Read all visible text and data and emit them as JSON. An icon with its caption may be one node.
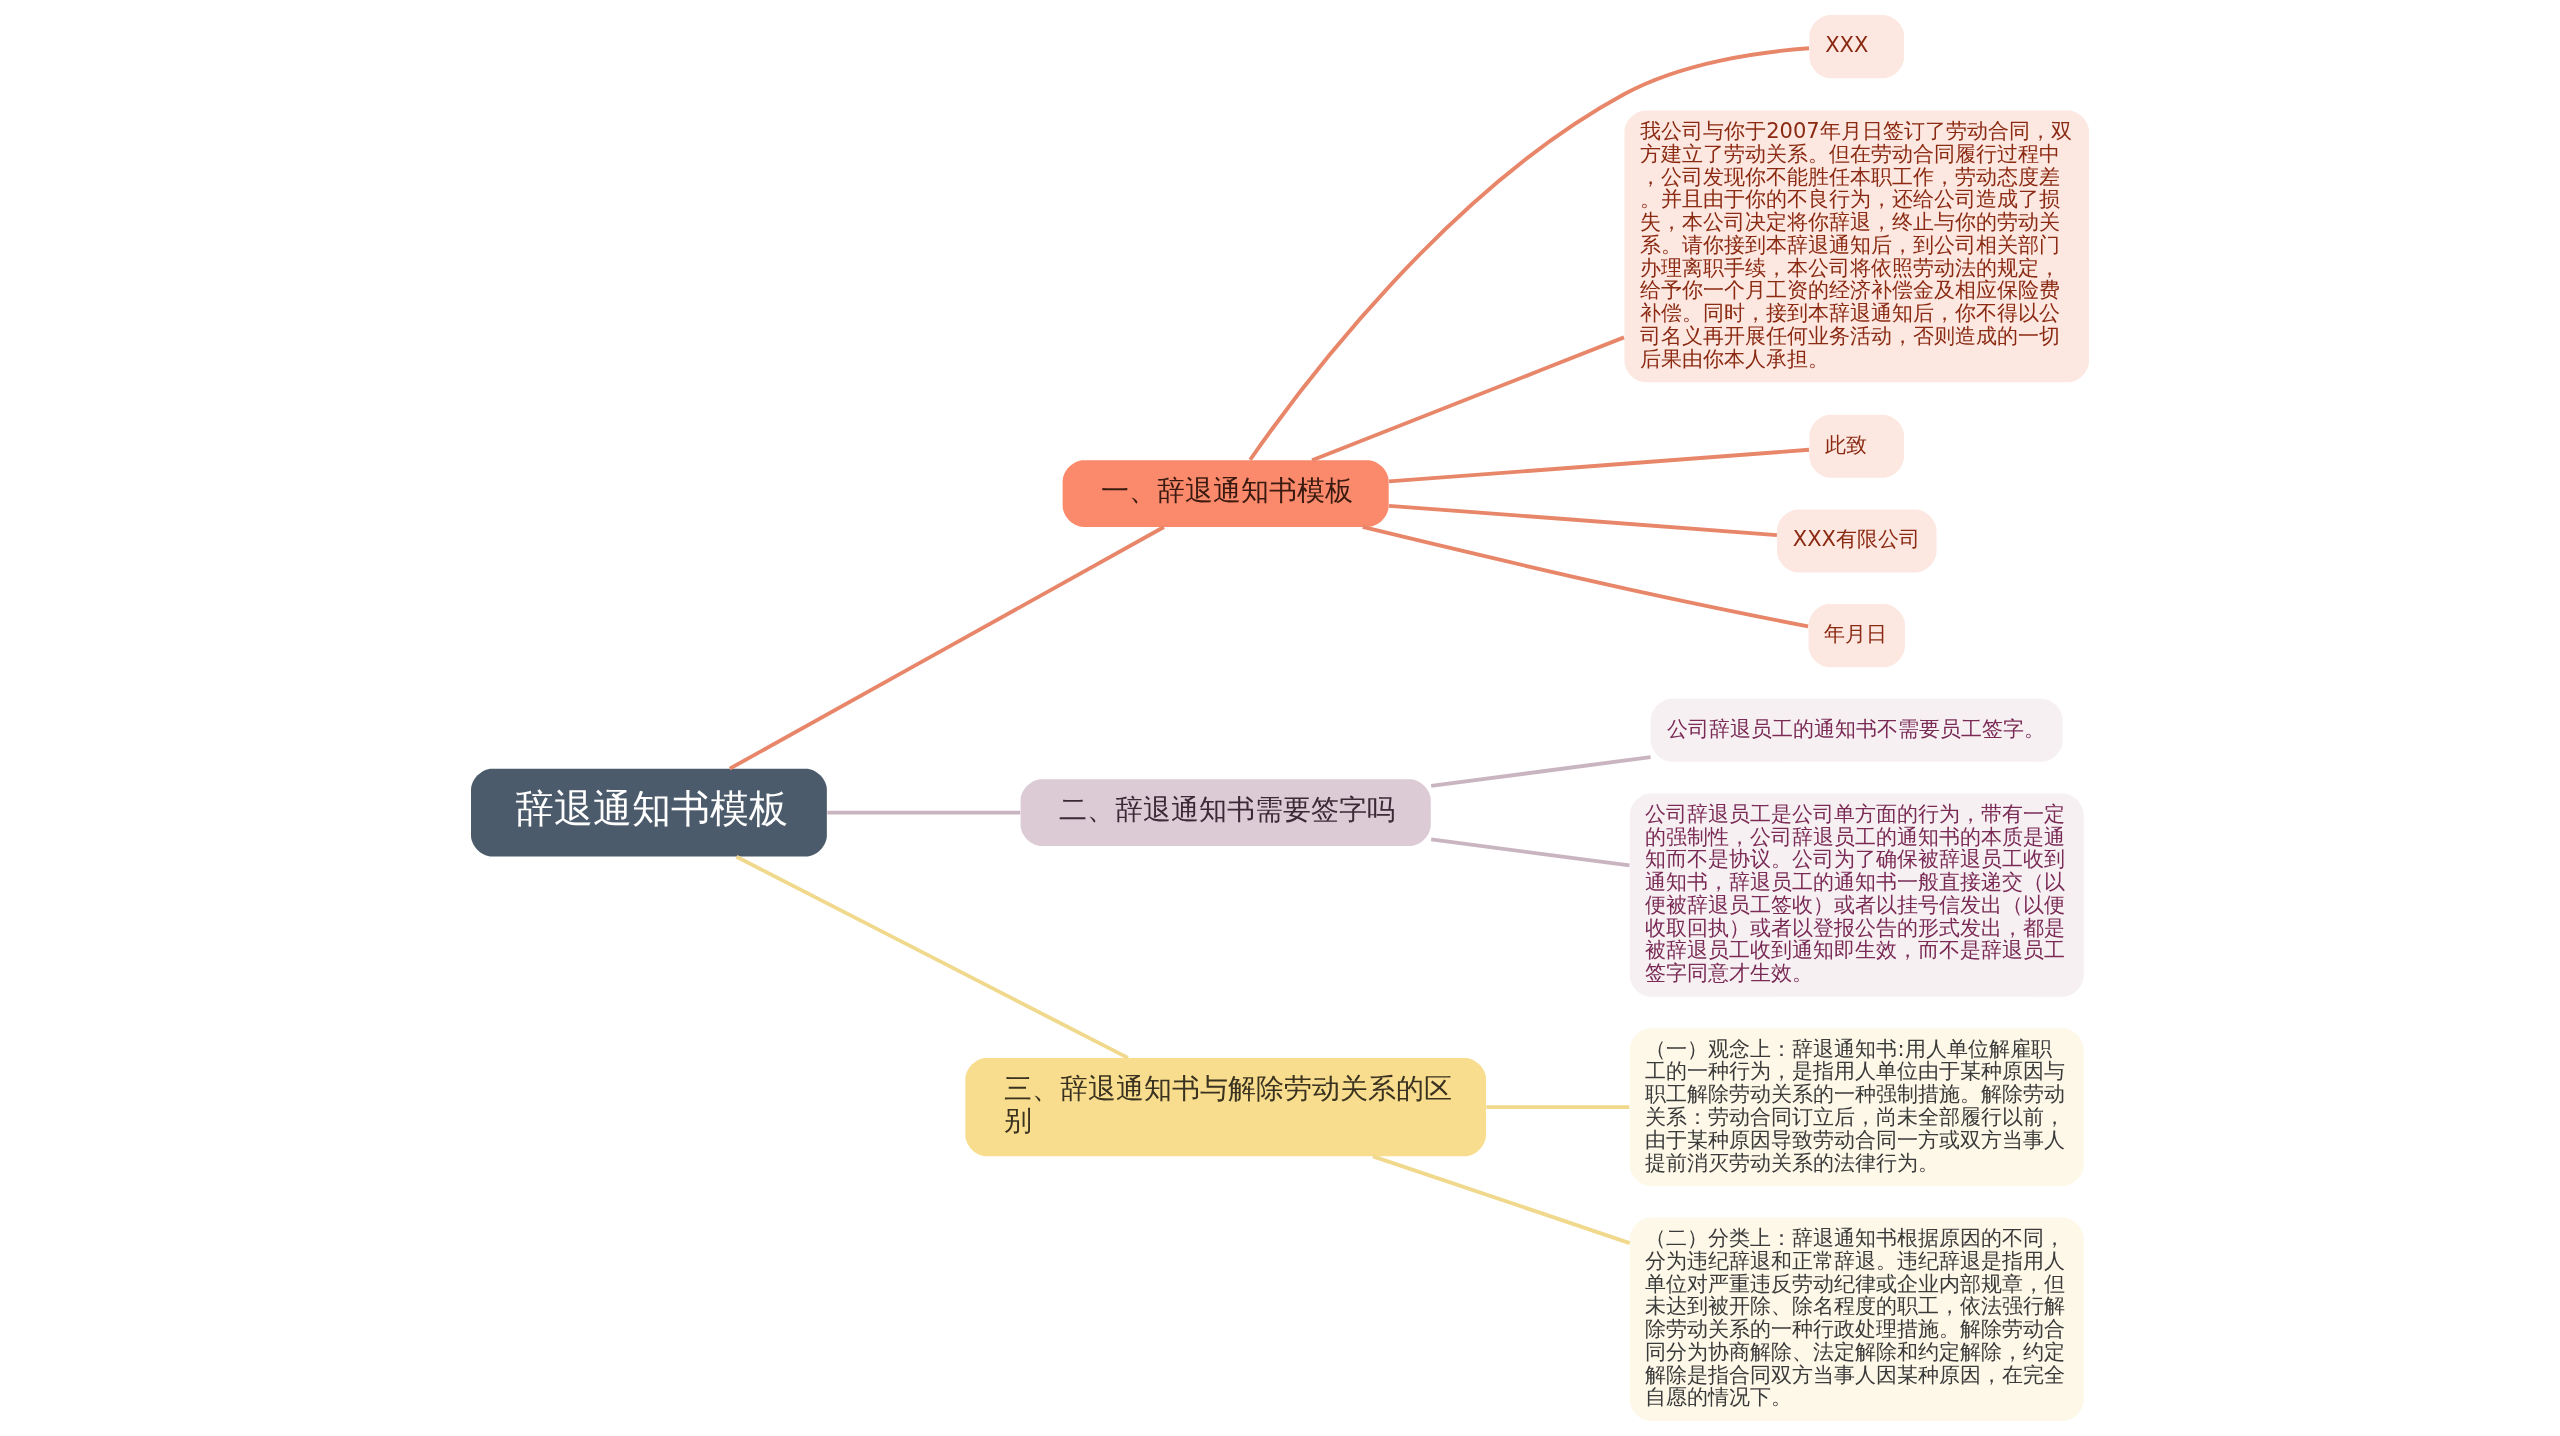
{
  "diagram": {
    "nodes": [
      {
        "text": [
          "辞退通知书模板"
        ]
      },
      {
        "text": [
          "一、辞退通知书模板"
        ]
      },
      {
        "text": [
          "XXX"
        ]
      },
      {
        "text": [
          "我公司与你于2007年月日签订了劳动合同，双方建立了劳动关系。但在劳动合同履行过程中，公司发现你不能胜任本职工作，劳动态度差。并且由于你的不良行为，还给公司造成了损失，本公司决定将你辞退，终止与你的劳动关系。请你接到本辞退通知后，到公司相关部门办理离职手续，本公司将依照劳动法的规定，给予你一个月工资的经济补偿金及相应保险费补偿。同时，接到本辞退通知后，你不得以公司名义再开展任何业务活动，否则造成的一切后果由你本人承担。"
        ]
      },
      {
        "text": [
          "此致"
        ]
      },
      {
        "text": [
          "XXX有限公司"
        ]
      },
      {
        "text": [
          "年月日"
        ]
      },
      {
        "text": [
          "二、辞退通知书需要签字吗"
        ]
      },
      {
        "text": [
          "公司辞退员工的通知书不需要员工签字。"
        ]
      },
      {
        "text": [
          "公司辞退员工是公司单方面的行为，带有一定的强制性，公司辞退员工的通知书的本质是通知而不是协议。公司为了确保被辞退员工收到通知书，辞退员工的通知书一般直接递交（以便被辞退员工签收）或者以挂号信发出（以便收取回执）或者以登报公告的形式发出，都是被辞退员工收到通知即生效，而不是辞退员工签字同意才生效。"
        ]
      },
      {
        "text": [
          "三、辞退通知书与解除劳动关系的区别"
        ]
      },
      {
        "text": [
          "（一）观念上：辞退通知书:用人单位解雇职工的一种行为，是指用人单位由于某种原因与职工解除劳动关系的一种强制措施。解除劳动关系：劳动合同订立后，尚未全部履行以前，由于某种原因导致劳动合同一方或双方当事人提前消灭劳动关系的法律行为。"
        ]
      },
      {
        "text": [
          "（二）分类上：辞退通知书根据原因的不同，分为违纪辞退和正常辞退。违纪辞退是指用人单位对严重违反劳动纪律或企业内部规章，但未达到被开除、除名程度的职工，依法强行解除劳动关系的一种行政处理措施。解除劳动合同分为协商解除、法定解除和约定解除，约定解除是指合同双方当事人因某种原因，在完全自愿的情况下。"
        ]
      }
    ],
    "edges": [
      {
        "from": 0,
        "to": 1,
        "arrow": "none"
      },
      {
        "from": 1,
        "to": 2,
        "arrow": "none"
      },
      {
        "from": 1,
        "to": 3,
        "arrow": "none"
      },
      {
        "from": 1,
        "to": 4,
        "arrow": "none"
      },
      {
        "from": 1,
        "to": 5,
        "arrow": "none"
      },
      {
        "from": 1,
        "to": 6,
        "arrow": "none"
      },
      {
        "from": 0,
        "to": 7,
        "arrow": "none",
        "color": "#c9b5c0"
      },
      {
        "from": 7,
        "to": 8,
        "arrow": "none",
        "color": "#c9b5c0"
      },
      {
        "from": 7,
        "to": 9,
        "arrow": "none",
        "color": "#c9b5c0"
      },
      {
        "from": 0,
        "to": 10,
        "arrow": "none",
        "color": "#f0d98c"
      },
      {
        "from": 10,
        "to": 11,
        "arrow": "none",
        "color": "#f0d98c"
      },
      {
        "from": 10,
        "to": 12,
        "arrow": "none",
        "color": "#f0d98c"
      }
    ]
  }
}
